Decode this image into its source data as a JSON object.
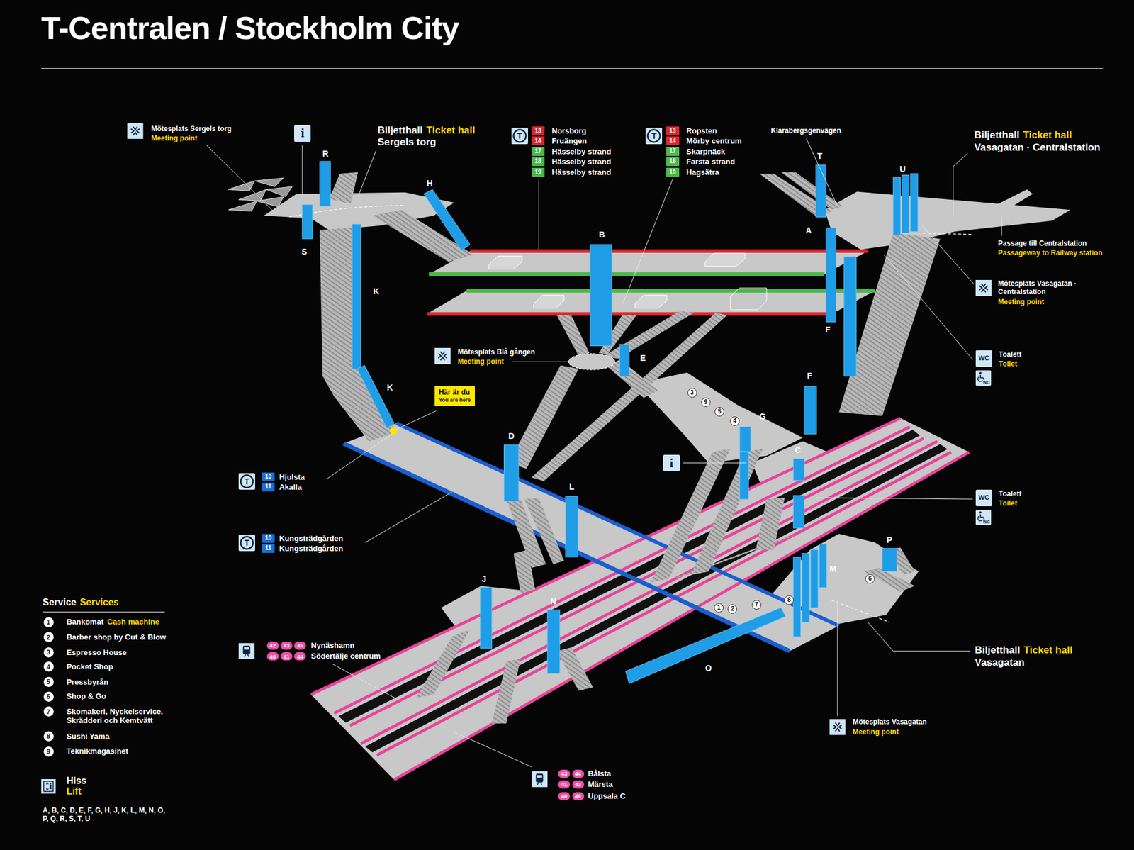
{
  "diagram": {
    "title": "T-Centralen / Stockholm City",
    "nodes": [
      {
        "text": [
          "i"
        ]
      },
      {
        "text": [
          "T"
        ]
      },
      {
        "text": [
          "13"
        ]
      },
      {
        "text": [
          "14"
        ]
      },
      {
        "text": [
          "17"
        ]
      },
      {
        "text": [
          "18"
        ]
      },
      {
        "text": [
          "19"
        ]
      },
      {
        "text": [
          "T"
        ]
      },
      {
        "text": [
          "13"
        ]
      },
      {
        "text": [
          "14"
        ]
      },
      {
        "text": [
          "17"
        ]
      },
      {
        "text": [
          "18"
        ]
      },
      {
        "text": [
          "19"
        ]
      },
      {
        "text": [
          "WC"
        ]
      },
      {
        "text": [
          "WC"
        ]
      },
      {
        "text": [
          "Här är du",
          "You are here"
        ]
      },
      {
        "text": [
          "3"
        ]
      },
      {
        "text": [
          "9"
        ]
      },
      {
        "text": [
          "5"
        ]
      },
      {
        "text": [
          "4"
        ]
      },
      {
        "text": [
          "i"
        ]
      },
      {
        "text": [
          "T"
        ]
      },
      {
        "text": [
          "10"
        ]
      },
      {
        "text": [
          "11"
        ]
      },
      {
        "text": [
          "WC"
        ]
      },
      {
        "text": [
          "WC"
        ]
      },
      {
        "text": [
          "T"
        ]
      },
      {
        "text": [
          "10"
        ]
      },
      {
        "text": [
          "11"
        ]
      },
      {
        "text": [
          "6"
        ]
      },
      {
        "text": [
          "8"
        ]
      },
      {
        "text": [
          "7"
        ]
      },
      {
        "text": [
          "1"
        ]
      },
      {
        "text": [
          "2"
        ]
      },
      {
        "text": [
          "42"
        ]
      },
      {
        "text": [
          "43"
        ]
      },
      {
        "text": [
          "45"
        ]
      },
      {
        "text": [
          "40"
        ]
      },
      {
        "text": [
          "41"
        ]
      },
      {
        "text": [
          "44"
        ]
      },
      {
        "text": [
          "43"
        ]
      },
      {
        "text": [
          "44"
        ]
      },
      {
        "text": [
          "41"
        ]
      },
      {
        "text": [
          "42"
        ]
      },
      {
        "text": [
          "40"
        ]
      },
      {
        "text": [
          "45"
        ]
      },
      {
        "text": [
          "1"
        ]
      },
      {
        "text": [
          "2"
        ]
      },
      {
        "text": [
          "3"
        ]
      },
      {
        "text": [
          "4"
        ]
      },
      {
        "text": [
          "5"
        ]
      },
      {
        "text": [
          "6"
        ]
      },
      {
        "text": [
          "7"
        ]
      },
      {
        "text": [
          "8"
        ]
      },
      {
        "text": [
          "9"
        ]
      }
    ],
    "labels": [
      "Mötesplats Sergels torg",
      "Meeting point",
      "Biljetthall",
      "Ticket hall",
      "Sergels torg",
      "R",
      "H",
      "Norsborg",
      "Fruängen",
      "Hässelby strand",
      "Hässelby strand",
      "Hässelby strand",
      "Ropsten",
      "Mörby centrum",
      "Skarpnäck",
      "Farsta strand",
      "Hagsätra",
      "Klarabergsgenvägen",
      "T",
      "U",
      "Biljetthall",
      "Ticket hall",
      "Vasagatan · Centralstation",
      "S",
      "A",
      "B",
      "Passage till Centralstation",
      "Passageway to Railway station",
      "K",
      "Mötesplats Vasagatan · Centralstation",
      "Meeting point",
      "F",
      "Mötesplats Blå gången",
      "Meeting point",
      "E",
      "Toalett",
      "Toilet",
      "F",
      "K",
      "G",
      "D",
      "C",
      "Hjulsta",
      "Akalla",
      "L",
      "Toalett",
      "Toilet",
      "Kungsträdgården",
      "Kungsträdgården",
      "P",
      "M",
      "J",
      "N",
      "Service",
      "Services",
      "Bankomat",
      "Cash machine",
      "Barber shop by Cut & Blow",
      "Espresso House",
      "Pocket Shop",
      "Pressbyrån",
      "Shop & Go",
      "Skomakeri, Nyckelservice, Skrädderi och Kemtvätt",
      "Sushi Yama",
      "Teknikmagasinet",
      "Nynäshamn",
      "Södertälje centrum",
      "Biljetthall",
      "Ticket hall",
      "Vasagatan",
      "O",
      "Mötesplats Vasagatan",
      "Meeting point",
      "Bålsta",
      "Märsta",
      "Uppsala C",
      "Hiss",
      "Lift",
      "A, B, C, D, E, F, G, H, J, K, L, M, N, O, P, Q, R, S, T, U"
    ]
  }
}
